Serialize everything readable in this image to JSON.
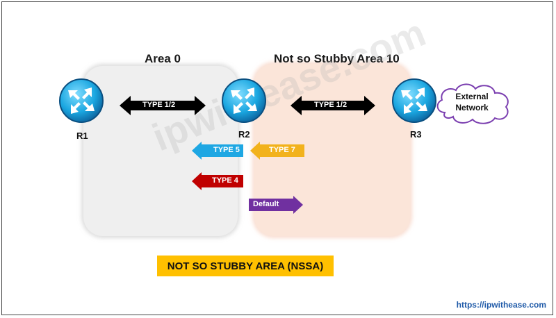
{
  "areas": {
    "area0_title": "Area 0",
    "area10_title": "Not so Stubby Area 10"
  },
  "routers": [
    {
      "label": "R1",
      "icon": "router-icon"
    },
    {
      "label": "R2",
      "icon": "router-icon"
    },
    {
      "label": "R3",
      "icon": "router-icon"
    }
  ],
  "external_network": {
    "line1": "External",
    "line2": "Network",
    "icon": "cloud-icon"
  },
  "links": {
    "r1_r2": "TYPE 1/2",
    "r2_r3": "TYPE 1/2"
  },
  "lsas": {
    "type5": {
      "label": "TYPE 5",
      "color": "#1ea7e3"
    },
    "type7": {
      "label": "TYPE 7",
      "color": "#f2b21c"
    },
    "type4": {
      "label": "TYPE 4",
      "color": "#c00000"
    },
    "default": {
      "label": "Default",
      "color": "#7030a0"
    }
  },
  "caption": "NOT SO STUBBY AREA (NSSA)",
  "watermark": "ipwithease.com",
  "url": "https://ipwithease.com"
}
